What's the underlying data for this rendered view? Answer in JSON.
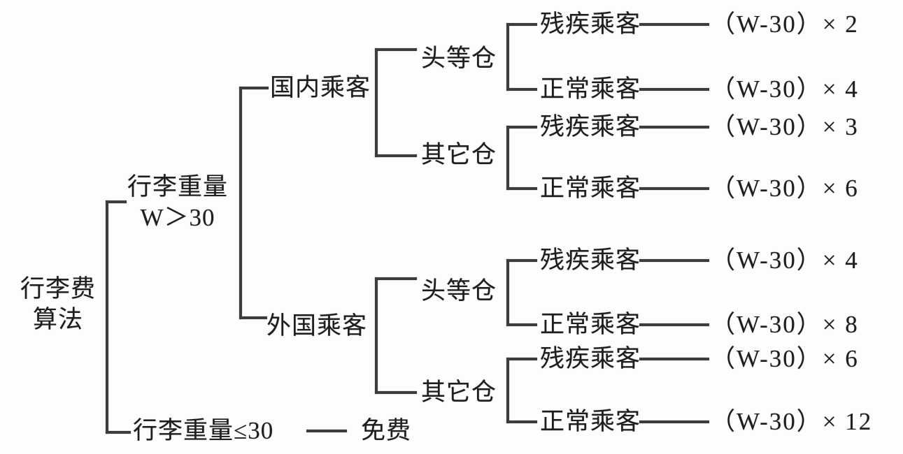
{
  "diagram_title": "行李费算法",
  "tree": {
    "root_line1": "行李费",
    "root_line2": "算法",
    "over_branch_line1": "行李重量",
    "over_branch_line2": "W＞30",
    "under_branch_label": "行李重量≤30",
    "under_branch_result": "免费",
    "level2": [
      "国内乘客",
      "外国乘客"
    ],
    "level3": [
      "头等仓",
      "其它仓",
      "头等仓",
      "其它仓"
    ],
    "leaves": [
      {
        "passenger": "残疾乘客",
        "formula": "（W-30）× 2"
      },
      {
        "passenger": "正常乘客",
        "formula": "（W-30）× 4"
      },
      {
        "passenger": "残疾乘客",
        "formula": "（W-30）× 3"
      },
      {
        "passenger": "正常乘客",
        "formula": "（W-30）× 6"
      },
      {
        "passenger": "残疾乘客",
        "formula": "（W-30）× 4"
      },
      {
        "passenger": "正常乘客",
        "formula": "（W-30）× 8"
      },
      {
        "passenger": "残疾乘客",
        "formula": "（W-30）× 6"
      },
      {
        "passenger": "正常乘客",
        "formula": "（W-30）× 12"
      }
    ]
  }
}
